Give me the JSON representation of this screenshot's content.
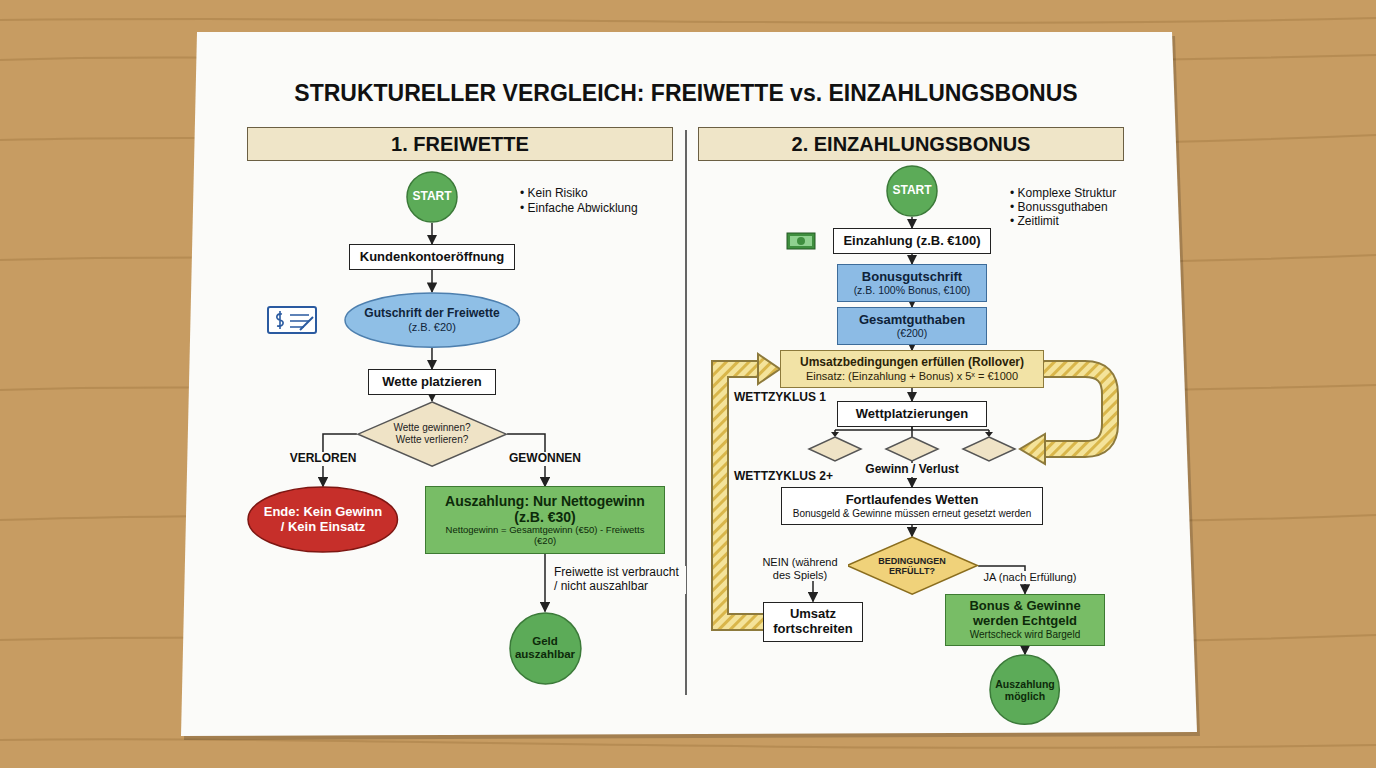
{
  "diagram": {
    "title": "STRUKTURELLER VERGLEICH: FREIWETTE vs. EINZAHLUNGSBONUS",
    "nodes": [
      {
        "text": [
          "1. FREIWETTE"
        ]
      },
      {
        "text": [
          "START"
        ]
      },
      {
        "text": [
          "Kundenkontoeröffnung"
        ]
      },
      {
        "text": [
          "Gutschrift der Freiwette",
          "(z.B. €20)"
        ]
      },
      {
        "text": [
          "Wette platzieren"
        ]
      },
      {
        "text": [
          "Wette gewinnen? Wette verlieren?"
        ]
      },
      {
        "text": [
          "Ende: Kein Gewinn / Kein Einsatz"
        ]
      },
      {
        "text": [
          "Auszahlung: Nur Nettogewinn (z.B. €30)",
          "Nettogewinn = Gesamtgewinn (€50) - Freiwetts (€20)"
        ]
      },
      {
        "text": [
          "Geld auszahlbar"
        ]
      },
      {
        "text": [
          "2. EINZAHLUNGSBONUS"
        ]
      },
      {
        "text": [
          "START"
        ]
      },
      {
        "text": [
          "Einzahlung (z.B. €100)"
        ]
      },
      {
        "text": [
          "Bonusgutschrift",
          "(z.B. 100% Bonus, €100)"
        ]
      },
      {
        "text": [
          "Gesamtguthaben",
          "(€200)"
        ]
      },
      {
        "text": [
          "Umsatzbedingungen erfüllen (Rollover)",
          "Einsatz: (Einzahlung + Bonus) x 5ˣ = €1000"
        ]
      },
      {
        "text": [
          "Wettplatzierungen"
        ]
      },
      {
        "text": [
          "Fortlaufendes Wetten",
          "Bonusgeld & Gewinne müssen erneut gesetzt werden"
        ]
      },
      {
        "text": [
          "BEDINGUNGEN ERFÜLLT?"
        ]
      },
      {
        "text": [
          "Umsatz fortschreiten"
        ]
      },
      {
        "text": [
          "Bonus & Gewinne werden Echtgeld",
          "Wertscheck wird Bargeld"
        ]
      },
      {
        "text": [
          "Auszahlung möglich"
        ]
      }
    ],
    "edges": [
      {
        "from": 1,
        "to": 2,
        "arrow": "to"
      },
      {
        "from": 2,
        "to": 3,
        "arrow": "to"
      },
      {
        "from": 3,
        "to": 4,
        "arrow": "to"
      },
      {
        "from": 4,
        "to": 5,
        "arrow": "to"
      },
      {
        "from": 5,
        "to": 6,
        "label": "VERLOREN",
        "arrow": "to"
      },
      {
        "from": 5,
        "to": 7,
        "label": "GEWONNEN",
        "arrow": "to"
      },
      {
        "from": 7,
        "to": 8,
        "label": "Freiwette ist verbraucht / nicht auszahlbar",
        "arrow": "to"
      },
      {
        "from": 10,
        "to": 11,
        "arrow": "to"
      },
      {
        "from": 11,
        "to": 12,
        "arrow": "to"
      },
      {
        "from": 12,
        "to": 13,
        "arrow": "to"
      },
      {
        "from": 13,
        "to": 14,
        "arrow": "to"
      },
      {
        "from": 14,
        "to": 15,
        "arrow": "to"
      },
      {
        "from": 15,
        "to": 16,
        "label": "Gewinn / Verlust",
        "arrow": "to"
      },
      {
        "from": 16,
        "to": 17,
        "arrow": "to"
      },
      {
        "from": 17,
        "to": 18,
        "label": "NEIN (während des Spiels)",
        "arrow": "to"
      },
      {
        "from": 17,
        "to": 19,
        "label": "JA (nach Erfüllung)",
        "arrow": "to"
      },
      {
        "from": 19,
        "to": 20,
        "arrow": "to"
      },
      {
        "from": 18,
        "to": 14,
        "arrow": "to"
      }
    ],
    "labels": [
      "• Kein Risiko",
      "• Einfache Abwicklung",
      "• Komplexe Struktur",
      "• Bonussguthaben",
      "• Zeitlimit",
      "WETTZYKLUS 1",
      "WETTZYKLUS 2+"
    ]
  }
}
